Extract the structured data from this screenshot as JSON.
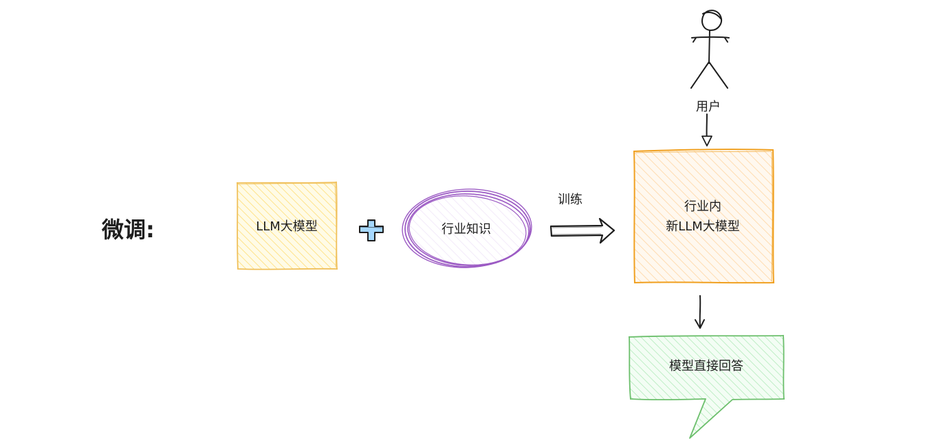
{
  "diagram": {
    "heading": "微调:",
    "llm_box_label": "LLM大模型",
    "knowledge_label": "行业知识",
    "train_label": "训练",
    "user_label": "用户",
    "new_model_line1": "行业内",
    "new_model_line2": "新LLM大模型",
    "answer_label": "模型直接回答"
  },
  "colors": {
    "yellow_fill": "#ffec99",
    "yellow_stroke": "#f0c05a",
    "orange_fill": "#ffe8cc",
    "orange_stroke": "#f0a020",
    "purple_stroke": "#9c5bc4",
    "green_fill": "#d3f9d8",
    "green_stroke": "#6cbf6c",
    "plus_fill": "#a5d8ff",
    "ink": "#1e1e1e"
  }
}
